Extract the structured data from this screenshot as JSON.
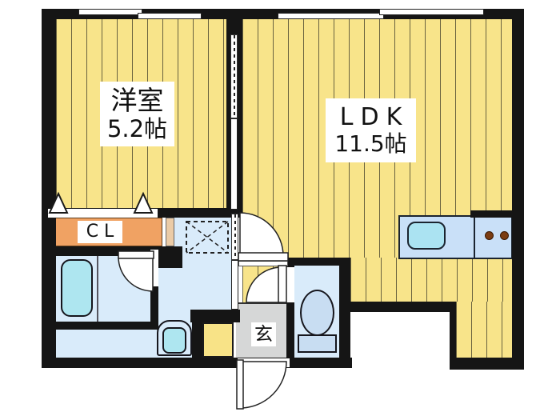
{
  "plan": {
    "type": "apartment-floor-plan",
    "rooms": {
      "bedroom": {
        "name": "洋室",
        "size": "5.2帖"
      },
      "ldk": {
        "name": "LDK",
        "size": "11.5帖"
      },
      "closet": {
        "label": "CL"
      },
      "entrance": {
        "label": "玄"
      }
    },
    "fixtures": [
      "bathtub",
      "washbasin",
      "washing-machine-space",
      "toilet",
      "kitchen-sink",
      "stove-burners",
      "closet-doors",
      "sliding-doors",
      "windows"
    ],
    "colors": {
      "floor_wood": "#F8E48A",
      "floor_stripe": "#6a6340",
      "wall": "#151515",
      "closet_fill": "#F0A263",
      "closet_pillar": "#EBCBA6",
      "wet_area_floor": "#D9EBFA",
      "tub_and_sink": "#AEE6F0",
      "kitchen_counter": "#C9E0F8",
      "toilet_fixture": "#C8DDF2",
      "entrance_floor": "#D6D7D7",
      "hall_step": "#F8E387",
      "burner": "#7A3C12"
    }
  }
}
